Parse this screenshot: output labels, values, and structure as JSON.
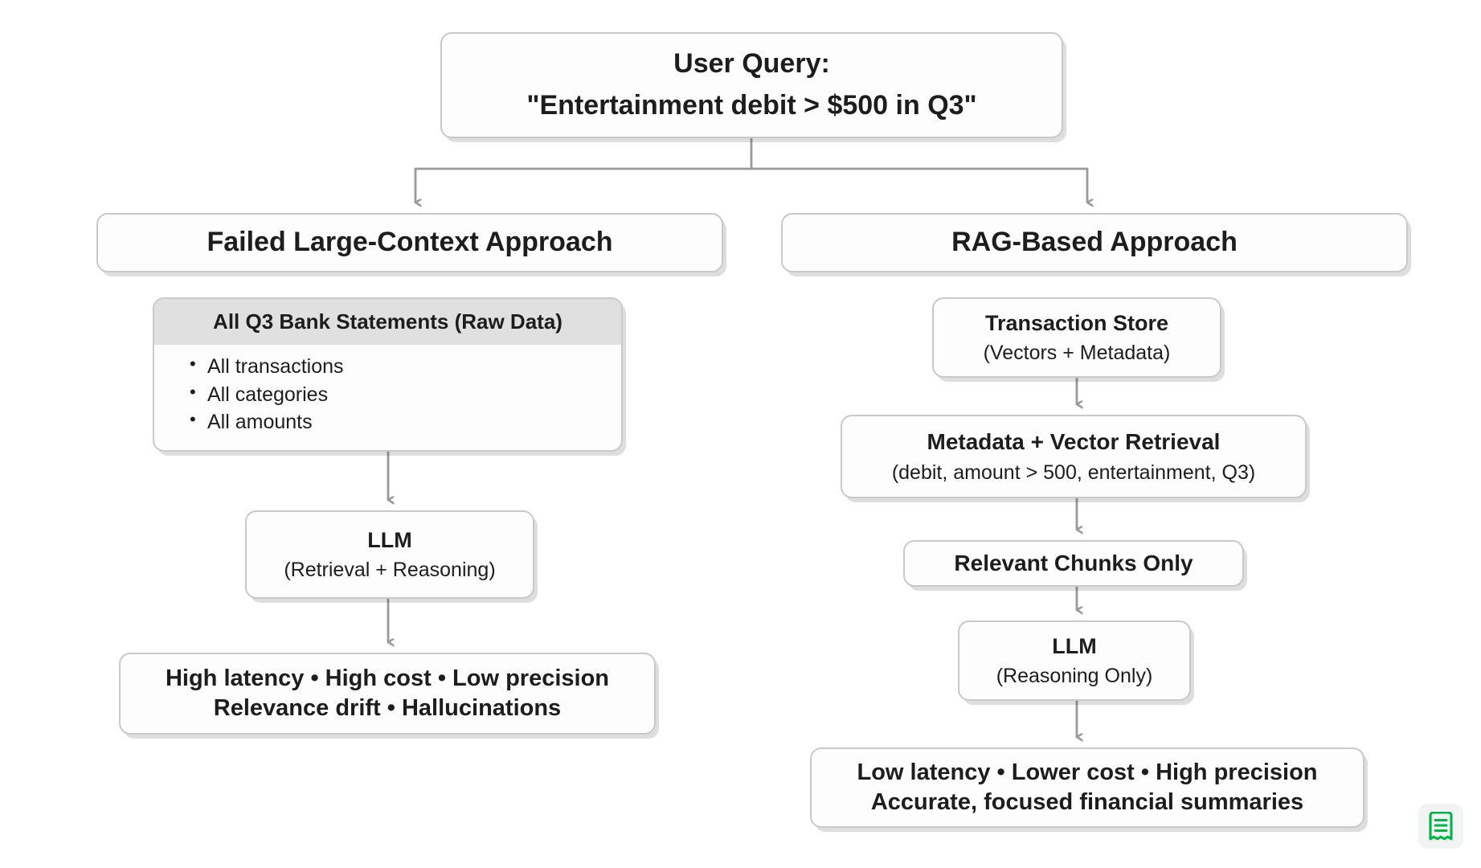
{
  "diagram": {
    "query": {
      "title": "User Query:",
      "text": "\"Entertainment debit > $500 in Q3\""
    },
    "branches": {
      "left": {
        "heading": "Failed Large-Context Approach",
        "raw_data": {
          "header": "All Q3 Bank Statements (Raw Data)",
          "items": [
            "All transactions",
            "All categories",
            "All amounts"
          ]
        },
        "llm": {
          "title": "LLM",
          "subtitle": "(Retrieval + Reasoning)"
        },
        "outcome": {
          "line1": "High latency • High cost • Low precision",
          "line2": "Relevance drift • Hallucinations"
        }
      },
      "right": {
        "heading": "RAG-Based Approach",
        "store": {
          "title": "Transaction Store",
          "subtitle": "(Vectors + Metadata)"
        },
        "retrieval": {
          "title": "Metadata + Vector Retrieval",
          "subtitle": "(debit, amount > 500, entertainment, Q3)"
        },
        "chunks": {
          "title": "Relevant Chunks Only"
        },
        "llm": {
          "title": "LLM",
          "subtitle": "(Reasoning Only)"
        },
        "outcome": {
          "line1": "Low latency • Lower cost • High precision",
          "line2": "Accurate, focused financial summaries"
        }
      }
    }
  },
  "badge": {
    "icon": "receipt-icon",
    "color": "#00b34a",
    "background": "#f1f4f2"
  },
  "style": {
    "node_border": "#c9c9c9",
    "node_fill": "#fdfdfd",
    "band_fill": "#e0e0e0",
    "connector": "#9a9a9a",
    "text": "#1d1d1f",
    "page_background": "#ffffff"
  }
}
